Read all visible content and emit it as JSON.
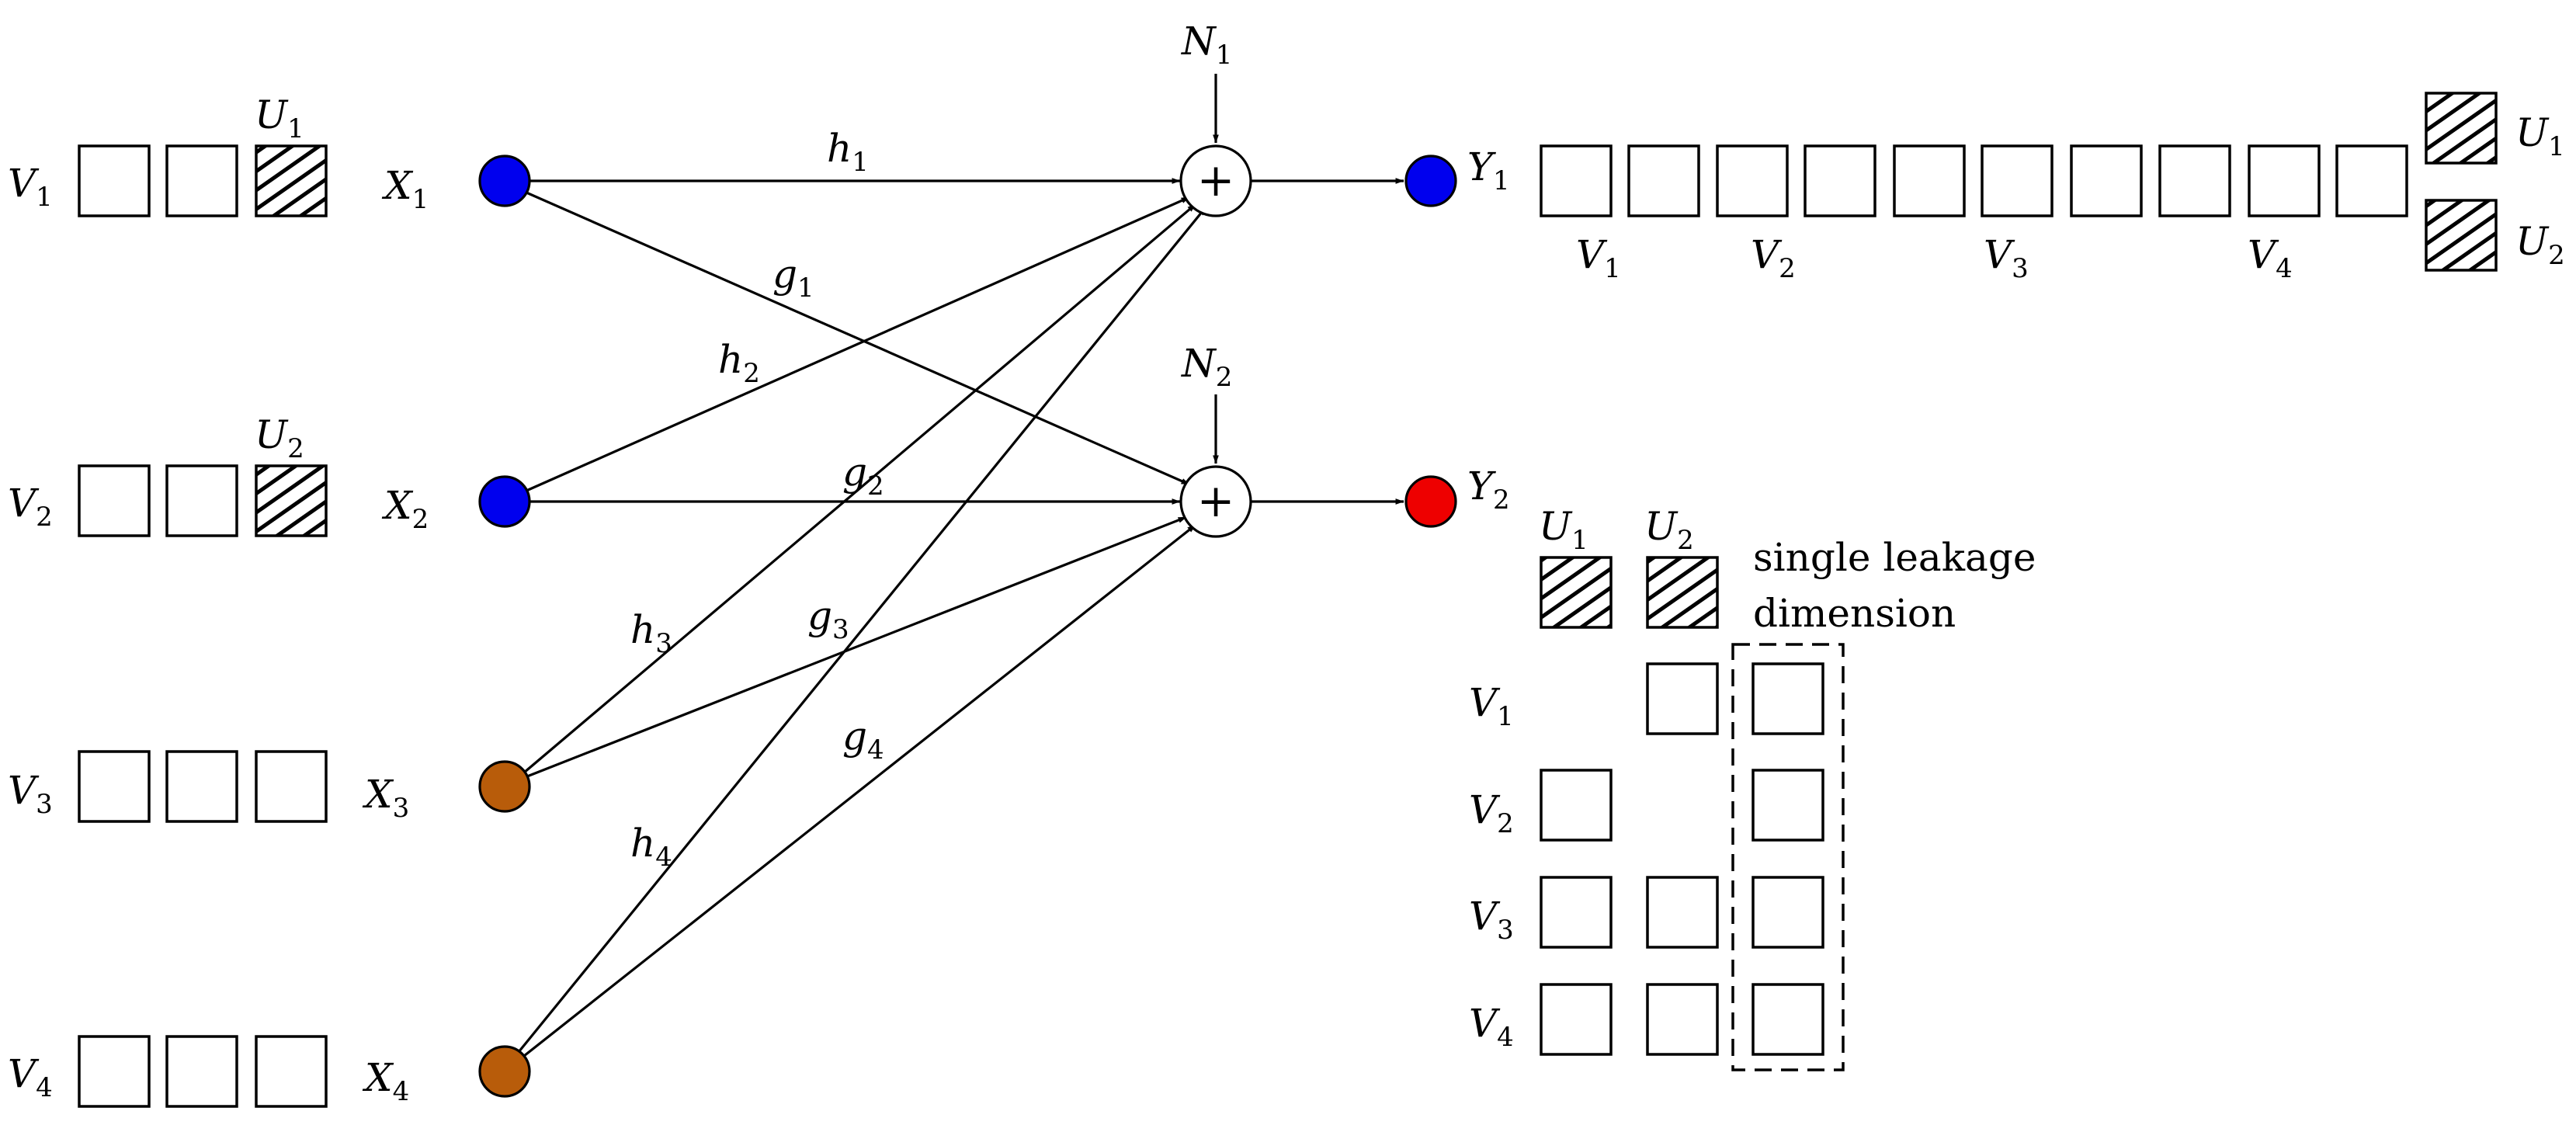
{
  "colors": {
    "blue_node": "#0000ee",
    "red_node": "#ee0000",
    "brown_node": "#b85c0a",
    "stroke": "#000000"
  },
  "left_rows": [
    {
      "v": "V",
      "v_sub": "1",
      "x": "X",
      "x_sub": "1",
      "hatched_last": true,
      "u": "U",
      "u_sub": "1",
      "node_color": "blue"
    },
    {
      "v": "V",
      "v_sub": "2",
      "x": "X",
      "x_sub": "2",
      "hatched_last": true,
      "u": "U",
      "u_sub": "2",
      "node_color": "blue"
    },
    {
      "v": "V",
      "v_sub": "3",
      "x": "X",
      "x_sub": "3",
      "hatched_last": false,
      "node_color": "brown"
    },
    {
      "v": "V",
      "v_sub": "4",
      "x": "X",
      "x_sub": "4",
      "hatched_last": false,
      "node_color": "brown"
    }
  ],
  "adders": [
    {
      "noise": "N",
      "noise_sub": "1",
      "out": "Y",
      "out_sub": "1",
      "out_color": "blue"
    },
    {
      "noise": "N",
      "noise_sub": "2",
      "out": "Y",
      "out_sub": "2",
      "out_color": "red"
    }
  ],
  "adder_symbol": "+",
  "gains": [
    {
      "name": "h",
      "sub": "1"
    },
    {
      "name": "g",
      "sub": "1"
    },
    {
      "name": "h",
      "sub": "2"
    },
    {
      "name": "g",
      "sub": "2"
    },
    {
      "name": "h",
      "sub": "3"
    },
    {
      "name": "g",
      "sub": "3"
    },
    {
      "name": "h",
      "sub": "4"
    },
    {
      "name": "g",
      "sub": "4"
    }
  ],
  "y1_vector": {
    "labels": [
      {
        "name": "V",
        "sub": "1"
      },
      {
        "name": "V",
        "sub": "2"
      },
      {
        "name": "V",
        "sub": "3"
      },
      {
        "name": "V",
        "sub": "4"
      }
    ],
    "side_legend": [
      {
        "name": "U",
        "sub": "1"
      },
      {
        "name": "U",
        "sub": "2"
      }
    ]
  },
  "y2_matrix": {
    "col_headers": [
      {
        "name": "U",
        "sub": "1"
      },
      {
        "name": "U",
        "sub": "2"
      }
    ],
    "row_labels": [
      {
        "name": "V",
        "sub": "1"
      },
      {
        "name": "V",
        "sub": "2"
      },
      {
        "name": "V",
        "sub": "3"
      },
      {
        "name": "V",
        "sub": "4"
      }
    ],
    "annotation_line1": "single leakage",
    "annotation_line2": "dimension"
  }
}
